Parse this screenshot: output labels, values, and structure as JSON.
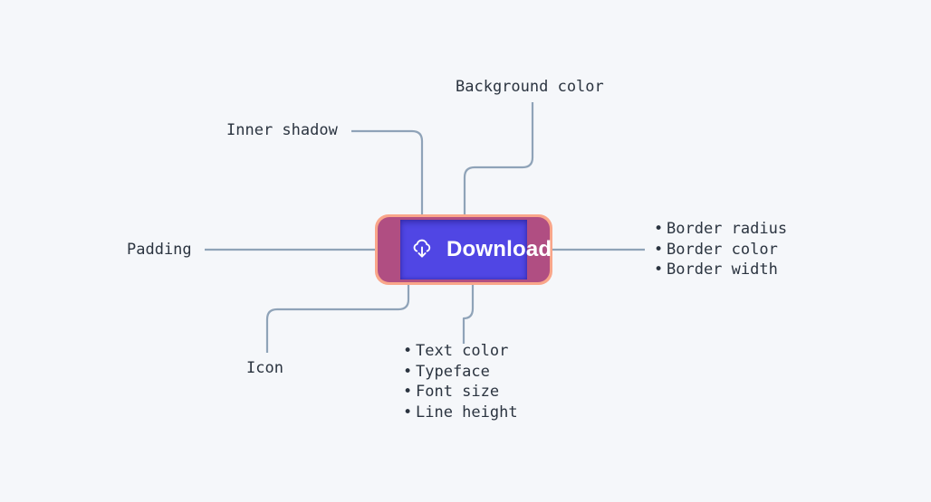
{
  "canvas": {
    "background_color": "#f5f7fa",
    "connector_color": "#8fa3b8"
  },
  "button": {
    "label": "Download",
    "icon": "cloud-download-icon",
    "text_color": "#ffffff",
    "background_color": "#5046e4",
    "padding_color": "#b04e82",
    "border_color": "#f9a68a"
  },
  "annotations": {
    "padding": "Padding",
    "inner_shadow": "Inner shadow",
    "background_color": "Background color",
    "icon": "Icon",
    "border_group": [
      "Border radius",
      "Border color",
      "Border width"
    ],
    "text_group": [
      "Text color",
      "Typeface",
      "Font size",
      "Line height"
    ]
  },
  "bullet": "•"
}
